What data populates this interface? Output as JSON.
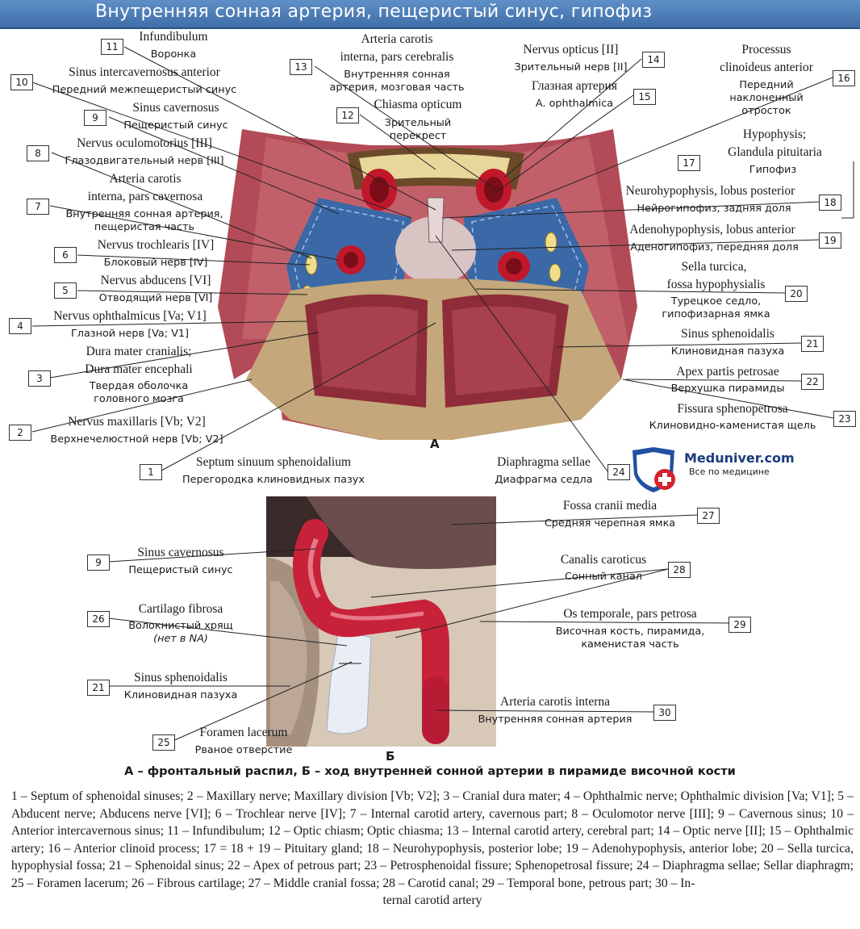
{
  "title": "Внутренняя сонная артерия, пещеристый синус, гипофиз",
  "panel_a": "А",
  "panel_b": "Б",
  "logo": {
    "name": "Meduniver.com",
    "tagline": "Все по медицине"
  },
  "labels": {
    "l1": {
      "num": "1",
      "lat": "Septum sinuum sphenoidalium",
      "rus": "Перегородка клиновидных пазух"
    },
    "l2": {
      "num": "2",
      "lat": "Nervus maxillaris [Vb; V2]",
      "rus": "Верхнечелюстной нерв [Vb; V2]"
    },
    "l3": {
      "num": "3",
      "lat1": "Dura mater cranialis;",
      "lat2": "Dura mater encephali",
      "rus1": "Твердая оболочка",
      "rus2": "головного мозга"
    },
    "l4": {
      "num": "4",
      "lat": "Nervus ophthalmicus [Va; V1]",
      "rus": "Глазной нерв [Va; V1]"
    },
    "l5": {
      "num": "5",
      "lat": "Nervus abducens [VI]",
      "rus": "Отводящий нерв [VI]"
    },
    "l6": {
      "num": "6",
      "lat": "Nervus trochlearis [IV]",
      "rus": "Блоковый нерв [IV]"
    },
    "l7": {
      "num": "7",
      "lat1": "Arteria carotis",
      "lat2": "interna, pars cavernosa",
      "rus1": "Внутренняя сонная артерия,",
      "rus2": "пещеристая часть"
    },
    "l8": {
      "num": "8",
      "lat": "Nervus oculomotorius [III]",
      "rus": "Глазодвигательный нерв [III]"
    },
    "l9": {
      "num": "9",
      "lat": "Sinus cavernosus",
      "rus": "Пещеристый синус"
    },
    "l10": {
      "num": "10",
      "lat": "Sinus intercavernosus anterior",
      "rus": "Передний межпещеристый синус"
    },
    "l11": {
      "num": "11",
      "lat": "Infundibulum",
      "rus": "Воронка"
    },
    "l12": {
      "num": "12",
      "lat": "Chiasma opticum",
      "rus1": "Зрительный",
      "rus2": "перекрест"
    },
    "l13": {
      "num": "13",
      "lat1": "Arteria carotis",
      "lat2": "interna, pars cerebralis",
      "rus1": "Внутренняя сонная",
      "rus2": "артерия, мозговая часть"
    },
    "l14": {
      "num": "14",
      "lat": "Nervus opticus [II]",
      "rus": "Зрительный нерв [II]"
    },
    "l15": {
      "num": "15",
      "lat": "Глазная артерия",
      "rus": "A. ophthalmica"
    },
    "l16": {
      "num": "16",
      "lat1": "Processus",
      "lat2": "clinoideus anterior",
      "rus1": "Передний",
      "rus2": "наклоненный",
      "rus3": "отросток"
    },
    "l17": {
      "num": "17",
      "lat1": "Hypophysis;",
      "lat2": "Glandula pituitaria",
      "rus": "Гипофиз"
    },
    "l18": {
      "num": "18",
      "lat": "Neurohypophysis, lobus posterior",
      "rus": "Нейрогипофиз, задняя доля"
    },
    "l19": {
      "num": "19",
      "lat": "Adenohypophysis, lobus anterior",
      "rus": "Аденогипофиз, передняя доля"
    },
    "l20": {
      "num": "20",
      "lat1": "Sella turcica,",
      "lat2": "fossa hypophysialis",
      "rus1": "Турецкое седло,",
      "rus2": "гипофизарная ямка"
    },
    "l21": {
      "num": "21",
      "lat": "Sinus sphenoidalis",
      "rus": "Клиновидная пазуха"
    },
    "l22": {
      "num": "22",
      "lat": "Apex partis petrosae",
      "rus": "Верхушка пирамиды"
    },
    "l23": {
      "num": "23",
      "lat": "Fissura sphenopetrosa",
      "rus": "Клиновидно-каменистая щель"
    },
    "l24": {
      "num": "24",
      "lat": "Diaphragma sellae",
      "rus": "Диафрагма седла"
    },
    "b9": {
      "num": "9",
      "lat": "Sinus cavernosus",
      "rus": "Пещеристый синус"
    },
    "b26": {
      "num": "26",
      "lat": "Cartilago fibrosa",
      "rus1": "Волокнистый хрящ",
      "rus2": "(нет в NA)"
    },
    "b21": {
      "num": "21",
      "lat": "Sinus sphenoidalis",
      "rus": "Клиновидная пазуха"
    },
    "b25": {
      "num": "25",
      "lat": "Foramen lacerum",
      "rus": "Рваное отверстие"
    },
    "b27": {
      "num": "27",
      "lat": "Fossa cranii media",
      "rus": "Средняя черепная ямка"
    },
    "b28": {
      "num": "28",
      "lat": "Canalis caroticus",
      "rus": "Сонный канал"
    },
    "b29": {
      "num": "29",
      "lat": "Os temporale, pars petrosa",
      "rus1": "Височная кость, пирамида,",
      "rus2": "каменистая часть"
    },
    "b30": {
      "num": "30",
      "lat": "Arteria carotis interna",
      "rus": "Внутренняя сонная артерия"
    }
  },
  "caption": "А – фронтальный распил, Б – ход внутренней сонной артерии в пирамиде височной кости",
  "legend_text": "1 – Septum of sphenoidal sinuses; 2 – Maxillary nerve; Maxillary division [Vb; V2]; 3 – Cranial dura mater; 4 – Ophthalmic nerve; Ophthalmic division [Va; V1]; 5 – Abducent nerve; Abducens nerve [VI]; 6 – Trochlear nerve [IV]; 7 – Internal carotid artery, cavernous part; 8 – Oculomotor nerve [III]; 9 – Cavernous sinus; 10 – Anterior intercavernous sinus; 11 – Infundibulum; 12 – Optic chiasm; Optic chiasma; 13 – Internal carotid artery, cerebral part; 14 – Optic nerve [II]; 15 – Ophthalmic artery; 16 – Anterior clinoid process; 17 = 18 + 19 – Pituitary gland; 18 – Neurohypophysis, posterior lobe; 19 – Adenohypophysis, anterior lobe; 20 – Sella turcica, hypophysial fossa; 21 – Sphenoidal sinus; 22 – Apex of petrous part; 23 – Petrosphenoidal fissure; Sphenopetrosal fissure; 24 – Diaphragma sellae; Sellar diaphragm; 25 – Foramen lacerum; 26 – Fibrous cartilage; 27 – Middle cranial fossa; 28 – Carotid canal; 29 – Temporal bone, petrous part; 30 – In-",
  "legend_last": "ternal carotid artery"
}
